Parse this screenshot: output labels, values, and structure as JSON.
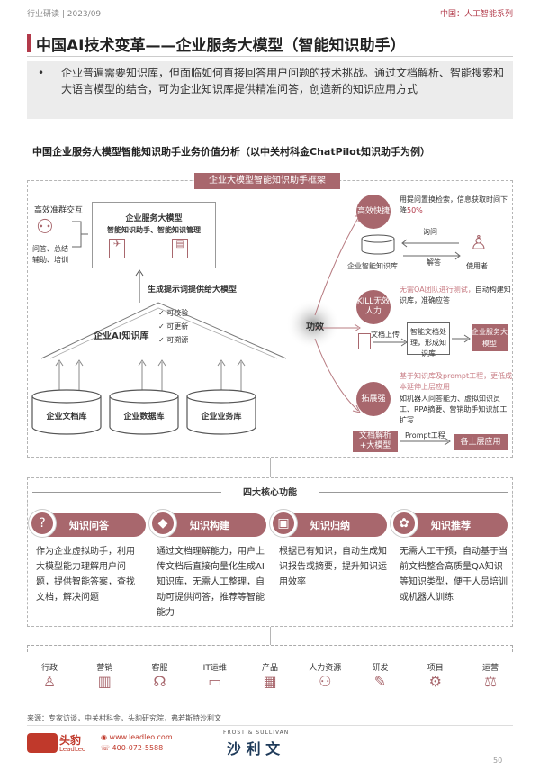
{
  "header": {
    "left": "行业研读 | 2023/09",
    "right": "中国：人工智能系列"
  },
  "title": "中国AI技术变革——企业服务大模型（智能知识助手）",
  "intro": {
    "bullet": "•",
    "text": "企业普遍需要知识库，但面临如何直接回答用户问题的技术挑战。通过文档解析、智能搜索和大语言模型的结合，可为企业知识库提供精准问答，创造新的知识应用方式"
  },
  "section_title": "中国企业服务大模型智能知识助手业务价值分析（以中关村科金ChatPilot知识助手为例）",
  "framework_label": "企业大模型智能知识助手框架",
  "left": {
    "interaction": "高效准群交互",
    "qa_tags": [
      "问答、总结",
      "辅助、培训"
    ],
    "service_title": "企业服务大模型",
    "service_sub": "智能知识助手、智能知识管理",
    "prompt_label": "生成提示词提供给大模型",
    "kb_label": "企业AI知识库",
    "checks": [
      "可校验",
      "可更新",
      "可溯源"
    ],
    "dbs": [
      "企业文档库",
      "企业数据库",
      "企业业务库"
    ]
  },
  "effect_label": "功效",
  "right": {
    "eff1": {
      "circle": "高效快捷",
      "desc_a": "用提问置换检索，信息获取时间下降",
      "desc_pct": "50%",
      "kb": "企业智能知识库",
      "ask": "询问",
      "answer": "解答",
      "user": "使用者"
    },
    "eff2": {
      "circle": "KILL无效人力",
      "desc_a": "无需QA团队进行测试，",
      "desc_b": "自动构建知识库，准确应答",
      "upload": "文档上传",
      "process": "智能文档处理，形成知识库",
      "service": "企业服务大模型"
    },
    "eff3": {
      "circle": "拓展强",
      "desc_a": "基于知识库及prompt工程，更低成本延伸上层应用",
      "desc_b": "如机器人问答能力、虚拟知识员工、RPA摘要、营销助手知识加工扩写",
      "doc": "文档解析+大模型",
      "prompt": "Prompt工程",
      "upper": "各上层应用"
    }
  },
  "core_title": "四大核心功能",
  "cards": [
    {
      "icon": "?",
      "title": "知识问答",
      "body": "作为企业虚拟助手，利用大模型能力理解用户问题，提供智能答案，查找文档，解决问题"
    },
    {
      "icon": "◆",
      "title": "知识构建",
      "body": "通过文档理解能力，用户上传文档后直接向量化生成AI知识库，无需人工整理，自动可提供问答，推荐等智能能力"
    },
    {
      "icon": "▣",
      "title": "知识归纳",
      "body": "根据已有知识，自动生成知识报告或摘要，提升知识运用效率"
    },
    {
      "icon": "✿",
      "title": "知识推荐",
      "body": "无需人工干预，自动基于当前文档整合高质量QA知识等知识类型，便于人员培训或机器人训练"
    }
  ],
  "depts": [
    {
      "label": "行政",
      "icon": "♙"
    },
    {
      "label": "营销",
      "icon": "▥"
    },
    {
      "label": "客服",
      "icon": "☊"
    },
    {
      "label": "IT运维",
      "icon": "▭"
    },
    {
      "label": "产品",
      "icon": "▦"
    },
    {
      "label": "人力资源",
      "icon": "⚇"
    },
    {
      "label": "研发",
      "icon": "✎"
    },
    {
      "label": "项目",
      "icon": "⚙"
    },
    {
      "label": "运营",
      "icon": "⚖"
    }
  ],
  "source": "来源：专家访谈，中关村科金，头豹研究院，弗若斯特沙利文",
  "footer": {
    "brand_cn": "头豹",
    "brand_en": "LeadLeo",
    "web": "www.leadleo.com",
    "phone": "400-072-5588",
    "fs_en": "FROST & SULLIVAN",
    "fs_cn": "沙 利 文",
    "page": "50"
  },
  "colors": {
    "accent": "#a8676d",
    "title_accent": "#b23a4a"
  }
}
